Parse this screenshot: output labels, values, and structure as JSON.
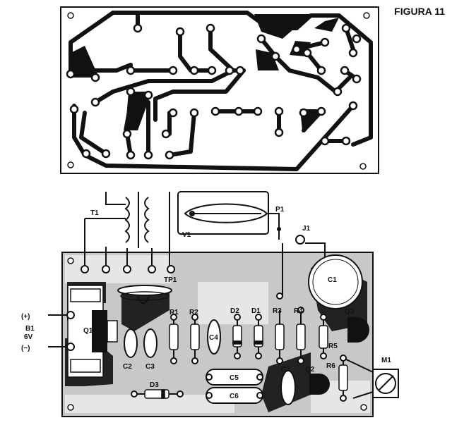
{
  "figure": {
    "title": "FIGURA 11",
    "labels": {
      "transformer": "T1",
      "pot": "P1",
      "valve": "V1",
      "jack": "J1",
      "testpoint": "TP1",
      "battery_plus": "(+)",
      "battery_minus": "(−)",
      "battery": "B1",
      "battery_voltage": "6V",
      "q1": "Q1",
      "q2": "Q2",
      "q3": "Q3",
      "r1": "R1",
      "r2": "R2",
      "r3": "R3",
      "r4": "R4",
      "r5": "R5",
      "r6": "R6",
      "d1": "D1",
      "d2": "D2",
      "d3": "D3",
      "c1": "C1",
      "c2": "C2",
      "c3": "C3",
      "c4": "C4",
      "c5": "C5",
      "c6": "C6",
      "c7": "C7",
      "meter": "M1"
    }
  }
}
